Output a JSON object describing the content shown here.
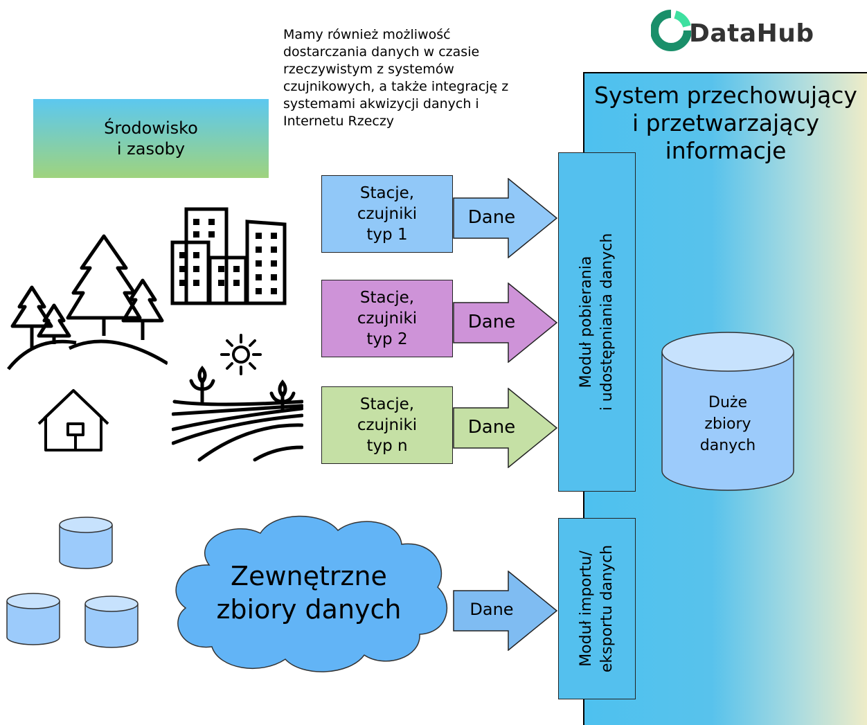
{
  "logo": {
    "text": "DataHub",
    "accent_color": "#1fc98a"
  },
  "intro_text": "Mamy również możliwość\ndostarczania danych w czasie\nrzeczywistym  z systemów\nczujnikowych, a także integrację z\nsystemami akwizycji danych i\nInternetu Rzeczy",
  "environment": {
    "label": "Środowisko\ni zasoby"
  },
  "system": {
    "title": "System przechowujący\ni przetwarzający\ninformacje"
  },
  "stations": [
    {
      "label": "Stacje,\nczujniki\ntyp 1",
      "color": "#91c8f8"
    },
    {
      "label": "Stacje,\nczujniki\ntyp 2",
      "color": "#ce93d8"
    },
    {
      "label": "Stacje,\nczujniki\ntyp n",
      "color": "#c5e0a5"
    }
  ],
  "arrows": {
    "label": "Dane"
  },
  "modules": {
    "ingest": "Moduł pobierania\ni udostępniania danych",
    "import_export": "Moduł importu/\neksportu danych"
  },
  "big_data": {
    "label": "Duże\nzbiory\ndanych"
  },
  "external": {
    "label": "Zewnętrzne\nzbiory danych"
  },
  "icons": [
    "trees-icon",
    "buildings-icon",
    "house-icon",
    "sun-icon",
    "fields-icon",
    "database-icon",
    "cloud-icon",
    "datahub-logo-icon"
  ]
}
